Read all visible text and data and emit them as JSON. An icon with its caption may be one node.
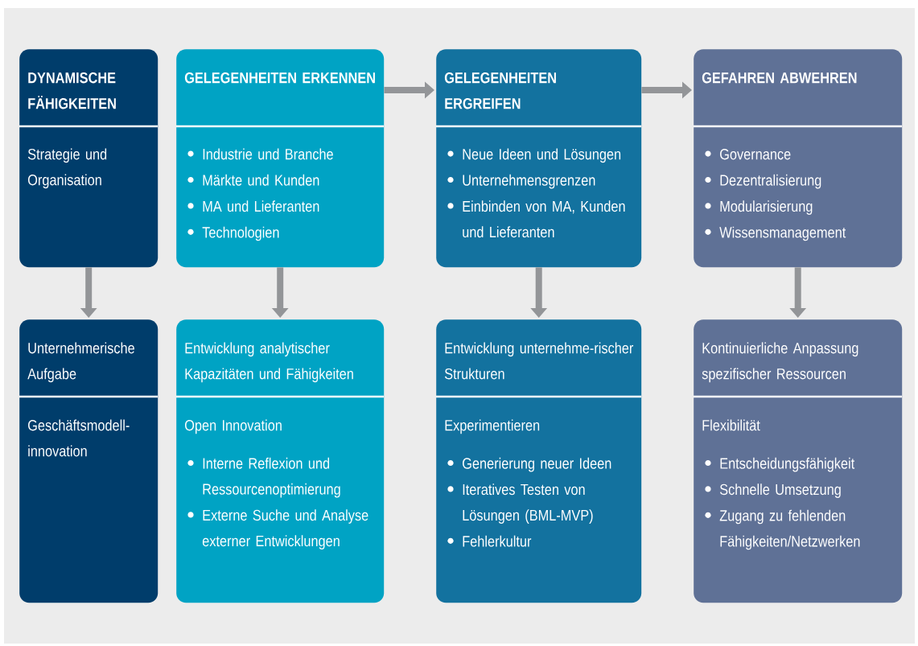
{
  "diagram": {
    "nodes": [
      {
        "text": [
          "DYNAMISCHE FÄHIGKEITEN",
          "Strategie und Organisation"
        ]
      },
      {
        "text": [
          "GELEGENHEITEN ERKENNEN",
          "Industrie und Branche",
          "Märkte und Kunden",
          "MA und Lieferanten",
          "Technologien"
        ]
      },
      {
        "text": [
          "GELEGENHEITEN ERGREIFEN",
          "Neue Ideen und Lösungen",
          "Unternehmensgrenzen",
          "Einbinden von MA, Kunden und Lieferanten"
        ]
      },
      {
        "text": [
          "GEFAHREN ABWEHREN",
          "Governance",
          "Dezentralisierung",
          "Modularisierung",
          "Wissensmanagement"
        ]
      },
      {
        "text": [
          "Unternehmerische Aufgabe",
          "Geschäftsmodell-innovation"
        ]
      },
      {
        "text": [
          "Entwicklung analytischer Kapazitäten und Fähigkeiten",
          "Open Innovation",
          "Interne Reflexion und Ressourcenoptimierung",
          "Externe Suche und Analyse externer Entwicklungen"
        ]
      },
      {
        "text": [
          "Entwicklung unternehme-rischer Strukturen",
          "Experimentieren",
          "Generierung neuer Ideen",
          "Iteratives Testen von Lösungen (BML-MVP)",
          "Fehlerkultur"
        ]
      },
      {
        "text": [
          "Kontinuierliche Anpassung spezifischer Ressourcen",
          "Flexibilität",
          "Entscheidungsfähigkeit",
          "Schnelle Umsetzung",
          "Zugang zu fehlenden Fähigkeiten/Netzwerken"
        ]
      }
    ],
    "edges": [
      {
        "from": 1,
        "to": 2,
        "arrow": "to"
      },
      {
        "from": 2,
        "to": 3,
        "arrow": "to"
      },
      {
        "from": 0,
        "to": 4,
        "arrow": "to"
      },
      {
        "from": 1,
        "to": 5,
        "arrow": "to"
      },
      {
        "from": 2,
        "to": 6,
        "arrow": "to"
      },
      {
        "from": 3,
        "to": 7,
        "arrow": "to"
      }
    ]
  }
}
